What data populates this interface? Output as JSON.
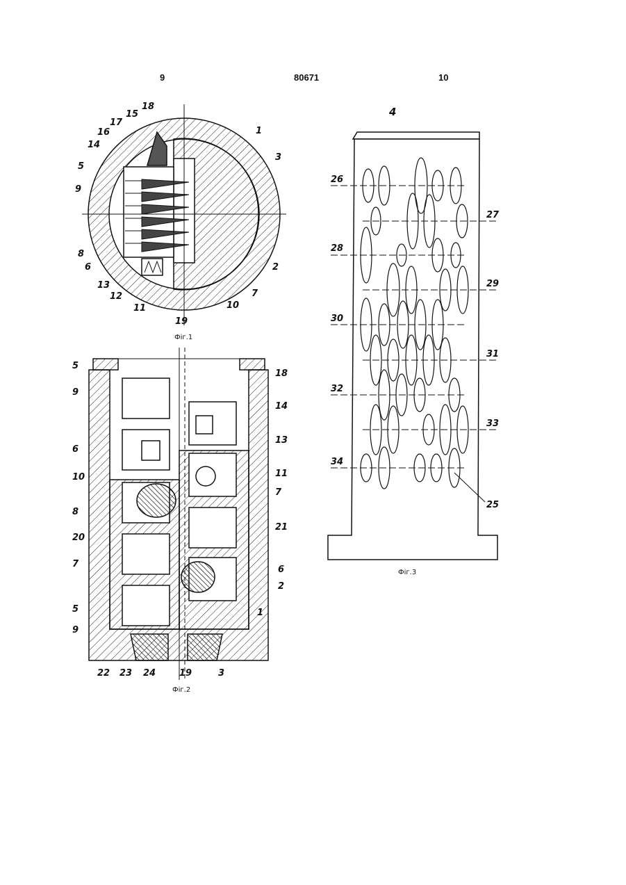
{
  "header": {
    "left_page": "9",
    "patent_number": "80671",
    "right_page": "10"
  },
  "figures": {
    "fig1": {
      "caption": "Фіг.1",
      "labels": [
        "18",
        "15",
        "17",
        "16",
        "14",
        "5",
        "9",
        "8",
        "6",
        "13",
        "12",
        "11",
        "19",
        "10",
        "7",
        "2",
        "3",
        "1"
      ]
    },
    "fig2": {
      "caption": "Фіг.2",
      "labels": [
        "5",
        "9",
        "6",
        "10",
        "8",
        "20",
        "7",
        "5",
        "9",
        "22",
        "23",
        "24",
        "19",
        "3",
        "1",
        "2",
        "6",
        "21",
        "7",
        "11",
        "13",
        "14",
        "18"
      ]
    },
    "fig3": {
      "caption": "Фіг.3",
      "labels": [
        "4",
        "26",
        "27",
        "28",
        "29",
        "30",
        "31",
        "32",
        "33",
        "34",
        "25"
      ]
    }
  }
}
